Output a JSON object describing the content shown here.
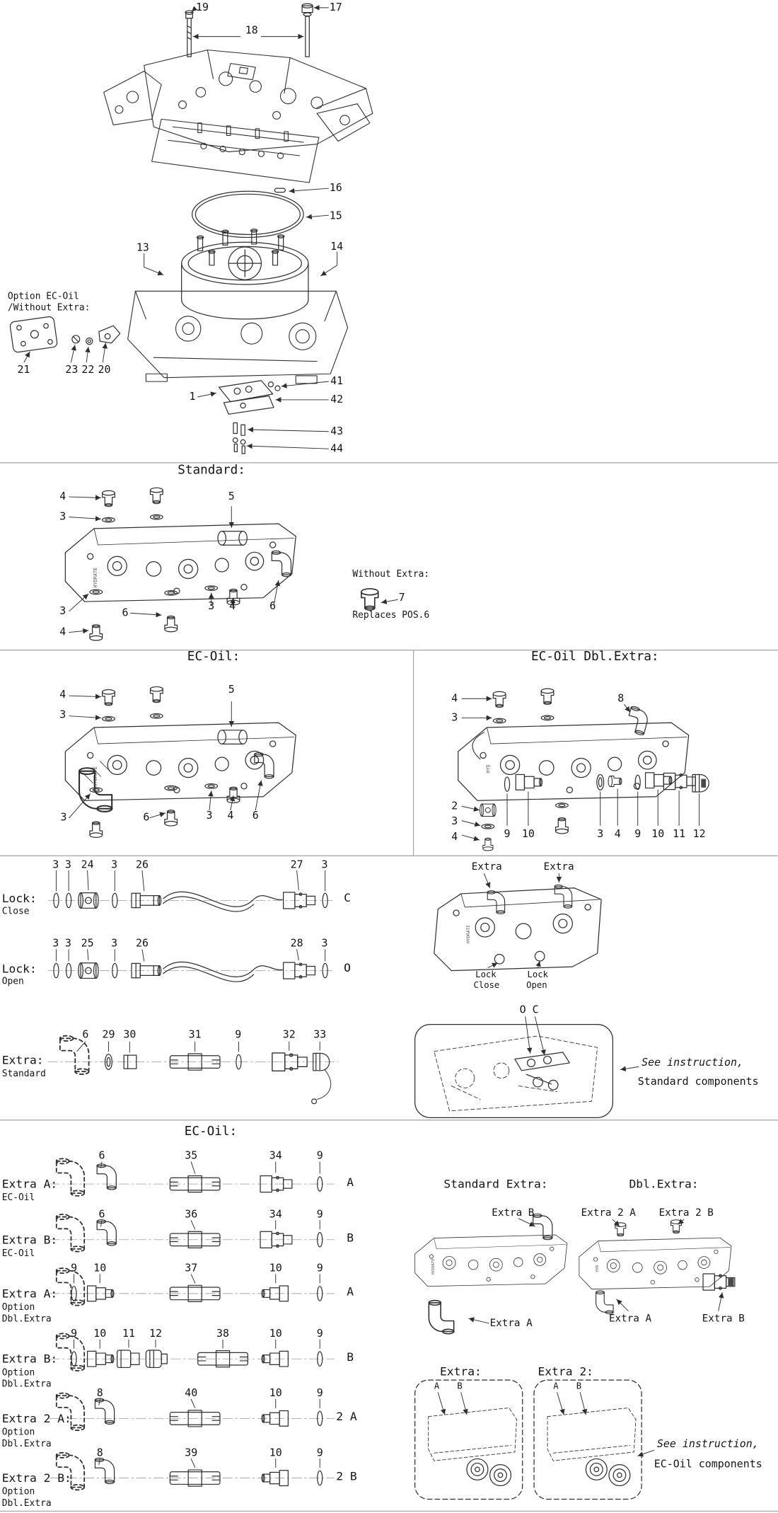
{
  "colors": {
    "ink": "#141414",
    "line": "#2e2e2e",
    "divider": "#aaaaaa"
  },
  "top": {
    "option_line1": "Option EC-Oil",
    "option_line2": "/Without Extra:",
    "c19": "19",
    "c17": "17",
    "c18": "18",
    "c16": "16",
    "c15": "15",
    "c13": "13",
    "c14": "14",
    "c21": "21",
    "c23": "23",
    "c22": "22",
    "c20": "20",
    "c1": "1",
    "c41": "41",
    "c42": "42",
    "c43": "43",
    "c44": "44"
  },
  "standard": {
    "title": "Standard:",
    "c4_top": "4",
    "c3_top": "3",
    "c5": "5",
    "c3_left": "3",
    "c4_left": "4",
    "c6_mid": "6",
    "c3_bot": "3",
    "c4_bot": "4",
    "c6_bot": "6",
    "without_extra": {
      "label": "Without Extra:",
      "c7": "7",
      "note": "Replaces POS.6"
    },
    "stamp": "HYDRATE"
  },
  "ecoil": {
    "title": "EC-Oil:",
    "c4_top": "4",
    "c3_top": "3",
    "c5": "5",
    "c3_left": "3",
    "c6_mid": "6",
    "c3_bot": "3",
    "c4_bot": "4",
    "c6_bot": "6",
    "stamp": "HYDRATE"
  },
  "ecoil_dbl": {
    "title": "EC-Oil Dbl.Extra:",
    "c4_top": "4",
    "c3_top": "3",
    "c8": "8",
    "c2": "2",
    "c3_left": "3",
    "c4_left": "4",
    "c9_a": "9",
    "c10_a": "10",
    "c3_bot": "3",
    "c4_bot": "4",
    "c9_b": "9",
    "c10_b": "10",
    "c11": "11",
    "c12": "12",
    "stamp": "HYD"
  },
  "lock_close": {
    "label": "Lock:",
    "sub": "Close",
    "letter": "C",
    "c": [
      "3",
      "3",
      "24",
      "3",
      "26",
      "27",
      "3"
    ]
  },
  "lock_open": {
    "label": "Lock:",
    "sub": "Open",
    "letter": "O",
    "c": [
      "3",
      "3",
      "25",
      "3",
      "26",
      "28",
      "3"
    ]
  },
  "lock_block": {
    "extra_left": "Extra",
    "extra_right": "Extra",
    "lock_close_1": "Lock",
    "lock_close_2": "Close",
    "lock_open_1": "Lock",
    "lock_open_2": "Open",
    "stamp": "HYDRATE"
  },
  "extra_std": {
    "label": "Extra:",
    "sub": "Standard",
    "c": [
      "6",
      "29",
      "30",
      "31",
      "9",
      "32",
      "33"
    ]
  },
  "instr_std": {
    "oc": "O C",
    "line1": "See instruction,",
    "line2": "Standard components"
  },
  "ecoil_components": {
    "title": "EC-Oil:"
  },
  "rows": [
    {
      "label": "Extra A:",
      "sub1": "EC-Oil",
      "letter": "A",
      "c": [
        "6",
        "35",
        "34",
        "9"
      ]
    },
    {
      "label": "Extra B:",
      "sub1": "EC-Oil",
      "letter": "B",
      "c": [
        "6",
        "36",
        "34",
        "9"
      ]
    },
    {
      "label": "Extra A:",
      "sub1": "Option",
      "sub2": "Dbl.Extra",
      "letter": "A",
      "c": [
        "9",
        "10",
        "37",
        "10",
        "9"
      ]
    },
    {
      "label": "Extra B:",
      "sub1": "Option",
      "sub2": "Dbl.Extra",
      "letter": "B",
      "c": [
        "9",
        "10",
        "11",
        "12",
        "38",
        "10",
        "9"
      ]
    },
    {
      "label": "Extra 2 A:",
      "sub1": "Option",
      "sub2": "Dbl.Extra",
      "letter": "2 A",
      "c": [
        "8",
        "40",
        "10",
        "9"
      ]
    },
    {
      "label": "Extra 2 B:",
      "sub1": "Option",
      "sub2": "Dbl.Extra",
      "letter": "2 B",
      "c": [
        "8",
        "39",
        "10",
        "9"
      ]
    }
  ],
  "std_extra": {
    "title": "Standard Extra:",
    "extra_b": "Extra B",
    "extra_a": "Extra A",
    "stamp": "HYDRATE"
  },
  "dbl_extra": {
    "title": "Dbl.Extra:",
    "extra_2a": "Extra 2 A",
    "extra_2b": "Extra 2 B",
    "extra_a": "Extra A",
    "extra_b": "Extra B",
    "stamp": "HYD"
  },
  "extra_box": {
    "title": "Extra:",
    "a": "A",
    "b": "B"
  },
  "extra2_box": {
    "title": "Extra 2:",
    "a": "A",
    "b": "B"
  },
  "instr_ecoil": {
    "line1": "See instruction,",
    "line2": "EC-Oil components"
  }
}
